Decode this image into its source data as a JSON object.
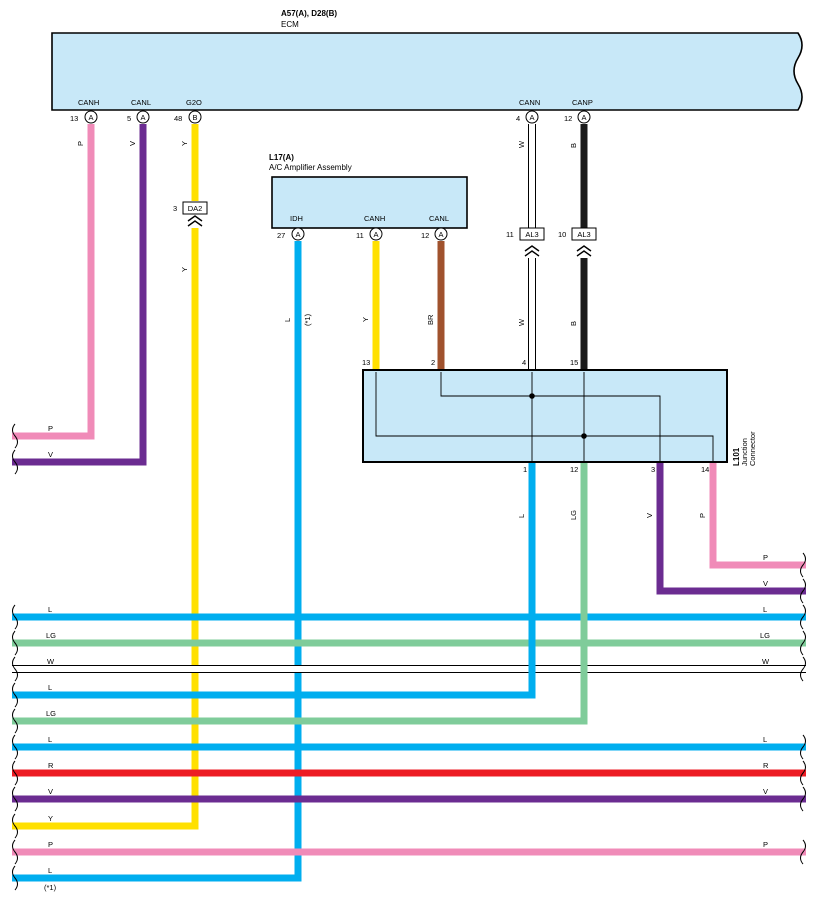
{
  "ecm": {
    "codes": "A57(A), D28(B)",
    "name": "ECM",
    "pins": [
      {
        "signal": "CANH",
        "num": "13",
        "conn": "A",
        "wire": "P"
      },
      {
        "signal": "CANL",
        "num": "5",
        "conn": "A",
        "wire": "V"
      },
      {
        "signal": "G2O",
        "num": "48",
        "conn": "B",
        "wire": "Y"
      },
      {
        "signal": "CANN",
        "num": "4",
        "conn": "A",
        "wire": "W"
      },
      {
        "signal": "CANP",
        "num": "12",
        "conn": "A",
        "wire": "B"
      }
    ]
  },
  "da2": {
    "num": "3",
    "label": "DA2",
    "wire_below": "Y"
  },
  "al3": [
    {
      "num": "11",
      "label": "AL3",
      "wire_below": "W"
    },
    {
      "num": "10",
      "label": "AL3",
      "wire_below": "B"
    }
  ],
  "amplifier": {
    "code": "L17(A)",
    "name": "A/C Amplifier Assembly",
    "pins": [
      {
        "signal": "IDH",
        "num": "27",
        "conn": "A",
        "wire": "L",
        "note": "(*1)"
      },
      {
        "signal": "CANH",
        "num": "11",
        "conn": "A",
        "wire": "Y"
      },
      {
        "signal": "CANL",
        "num": "12",
        "conn": "A",
        "wire": "BR"
      }
    ]
  },
  "junction": {
    "code": "L101",
    "name_line1": "Junction",
    "name_line2": "Connector",
    "top_pins": [
      "13",
      "2",
      "4",
      "15"
    ],
    "bottom_pins": [
      {
        "num": "1",
        "wire": "L"
      },
      {
        "num": "12",
        "wire": "LG"
      },
      {
        "num": "3",
        "wire": "V"
      },
      {
        "num": "14",
        "wire": "P"
      }
    ]
  },
  "left_stubs": [
    {
      "label": "P"
    },
    {
      "label": "V"
    }
  ],
  "right_stubs": [
    {
      "label": "P"
    },
    {
      "label": "V"
    }
  ],
  "buses": [
    {
      "left": "L",
      "right": "L"
    },
    {
      "left": "LG",
      "right": "LG"
    },
    {
      "left": "W",
      "right": "W"
    },
    {
      "left": "L",
      "right": ""
    },
    {
      "left": "LG",
      "right": ""
    },
    {
      "left": "L",
      "right": "L"
    },
    {
      "left": "R",
      "right": "R"
    },
    {
      "left": "V",
      "right": "V"
    },
    {
      "left": "Y",
      "right": ""
    },
    {
      "left": "P",
      "right": "P"
    },
    {
      "left": "L",
      "right": ""
    }
  ],
  "footnote": "(*1)",
  "colors": {
    "P": "#f08bb8",
    "V": "#6b2c91",
    "Y": "#ffe000",
    "W": "#ffffff",
    "B": "#1a1a1a",
    "L": "#00aeef",
    "BR": "#a0522d",
    "LG": "#7fcc9a",
    "R": "#ed1c24",
    "box_fill": "#c8e8f8"
  }
}
